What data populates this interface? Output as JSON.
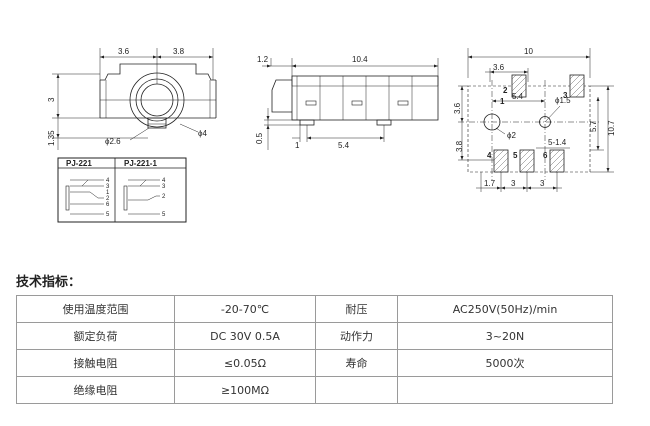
{
  "drawing": {
    "front": {
      "w_left": "3.6",
      "w_right": "3.8",
      "height": "3",
      "lower": "1.35",
      "pin_dia": "ϕ2.6",
      "body_dia": "ϕ4"
    },
    "side": {
      "offset": "1.2",
      "length": "10.4",
      "pin_h": "0.5",
      "pin1": "1",
      "pitch": "5.4"
    },
    "pcb": {
      "width": "10",
      "d36": "3.6",
      "d54": "5.4",
      "hole_small": "ϕ1.5",
      "d36v": "3.6",
      "hole_big": "ϕ2",
      "d57": "5.7",
      "d107": "10.7",
      "d38": "3.8",
      "d514": "5-1.4",
      "d17": "1.7",
      "d3a": "3",
      "d3b": "3",
      "pads": [
        "1",
        "2",
        "3",
        "4",
        "5",
        "6"
      ]
    },
    "schematic": {
      "left_title": "PJ-221",
      "right_title": "PJ-221-1",
      "left_pins": [
        "4",
        "3",
        "1",
        "2",
        "6",
        "5"
      ],
      "right_pins": [
        "4",
        "3",
        "2",
        "5"
      ]
    }
  },
  "specs": {
    "title": "技术指标：",
    "rows": [
      [
        "使用温度范围",
        "-20-70℃",
        "耐压",
        "AC250V(50Hz)/min"
      ],
      [
        "额定负荷",
        "DC 30V 0.5A",
        "动作力",
        "3~20N"
      ],
      [
        "接触电阻",
        "≤0.05Ω",
        "寿命",
        "5000次"
      ],
      [
        "绝缘电阻",
        "≥100MΩ",
        "",
        ""
      ]
    ]
  }
}
